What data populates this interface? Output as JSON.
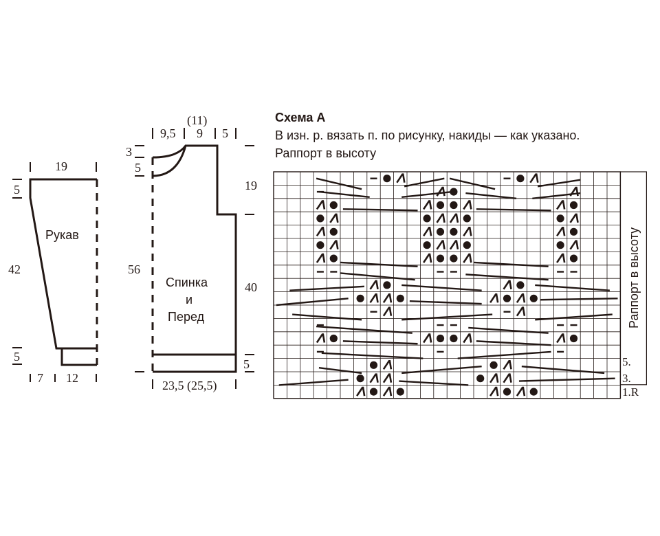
{
  "colors": {
    "ink": "#231815",
    "paper": "#ffffff"
  },
  "sleeve": {
    "title": "Рукав",
    "dims": {
      "top": "19",
      "top_inc": "5",
      "height": "42",
      "cuff": "5",
      "bottom_left": "7",
      "bottom_right": "12"
    }
  },
  "body": {
    "title_line1": "Спинка",
    "title_line2": "и",
    "title_line3": "Перед",
    "dims": {
      "top_neck": "(11)",
      "top_left": "9,5",
      "top_mid": "9",
      "top_right": "5",
      "neck_back": "3",
      "neck_front": "5",
      "armhole": "19",
      "side": "40",
      "left_height": "56",
      "rib": "5",
      "width": "23,5 (25,5)"
    }
  },
  "scheme": {
    "title": "Схема А",
    "note": "В изн. р. вязать п. по рисунку, накиды — как указано.",
    "repeat_label": "Раппорт в высоту",
    "repeat_vertical": "Раппорт в высоту",
    "row_labels": [
      "5.",
      "3.",
      "1.R"
    ]
  },
  "chart_grid": {
    "columns": 26,
    "rows": 17
  }
}
